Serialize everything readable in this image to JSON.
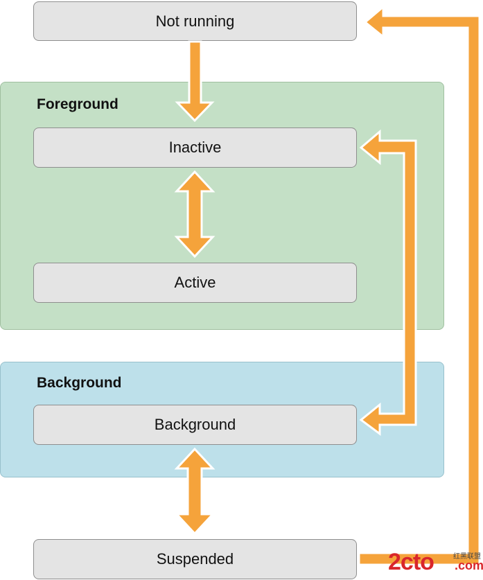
{
  "colors": {
    "foreground_region": "#c4e0c6",
    "background_region": "#bde0ea",
    "state_box": "#e4e4e4",
    "arrow": "#f5a33b",
    "arrow_outline": "#ffffff",
    "watermark": "#d9262b"
  },
  "states": {
    "not_running": "Not running",
    "inactive": "Inactive",
    "active": "Active",
    "background": "Background",
    "suspended": "Suspended"
  },
  "regions": {
    "foreground": "Foreground",
    "background": "Background"
  },
  "watermark": {
    "main": "2cto",
    "side": "红黑联盟",
    "suffix": ".com"
  }
}
